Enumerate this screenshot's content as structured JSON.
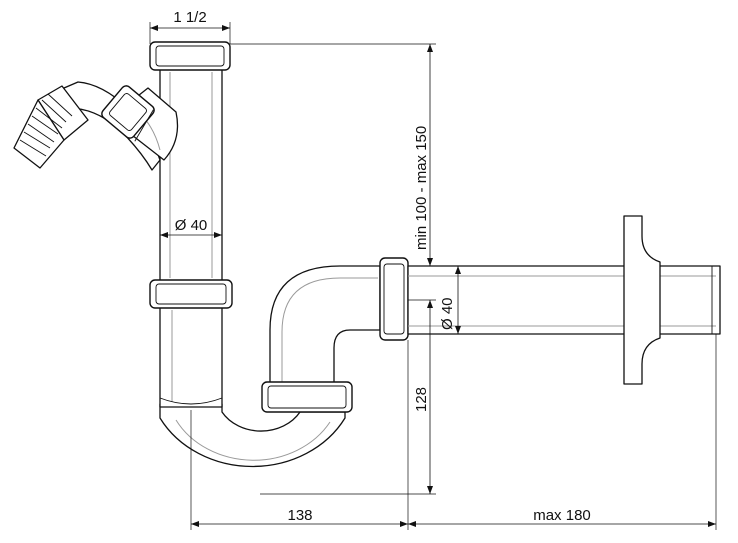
{
  "labels": {
    "top_thread": "1 1/2",
    "pipe_diameter": "Ø 40",
    "height_range": "min 100 - max 150",
    "outlet_diameter": "Ø 40",
    "trap_height": "128",
    "trap_width": "138",
    "wall_length": "max 180"
  }
}
